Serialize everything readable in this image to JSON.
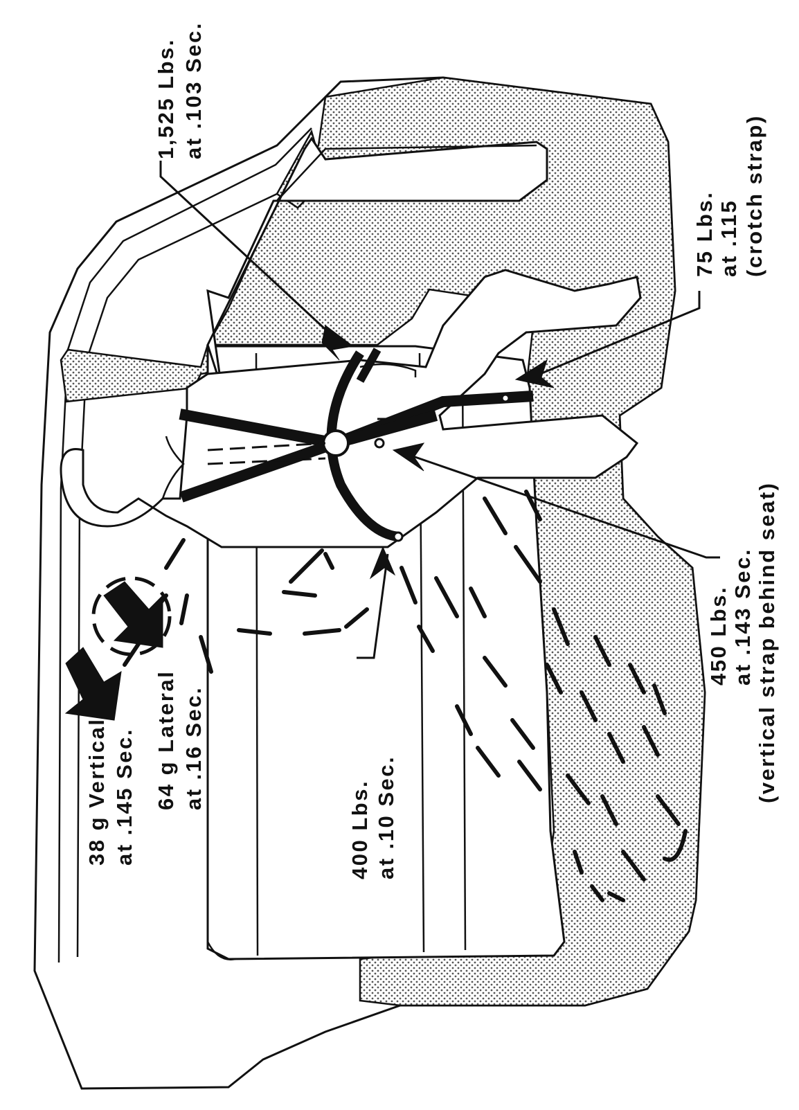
{
  "figure": {
    "labels": {
      "belt_shoulder_line1": "1,525 Lbs.",
      "belt_shoulder_line2": "at .103 Sec.",
      "crotch_line1": "75 Lbs.",
      "crotch_line2": "at .115",
      "crotch_line3": "(crotch strap)",
      "vertical_line1": "450 Lbs.",
      "vertical_line2": "at .143 Sec.",
      "vertical_line3": "(vertical strap behind seat)",
      "lap_line1": "400 Lbs.",
      "lap_line2": "at .10 Sec.",
      "accel_vertical_line1": "38 g Vertical",
      "accel_vertical_line2": "at .145 Sec.",
      "accel_lateral_line1": "64 g Lateral",
      "accel_lateral_line2": "at .16 Sec."
    },
    "colors": {
      "ink": "#111111",
      "paper": "#ffffff",
      "stipple": "#8a8a8a"
    }
  }
}
